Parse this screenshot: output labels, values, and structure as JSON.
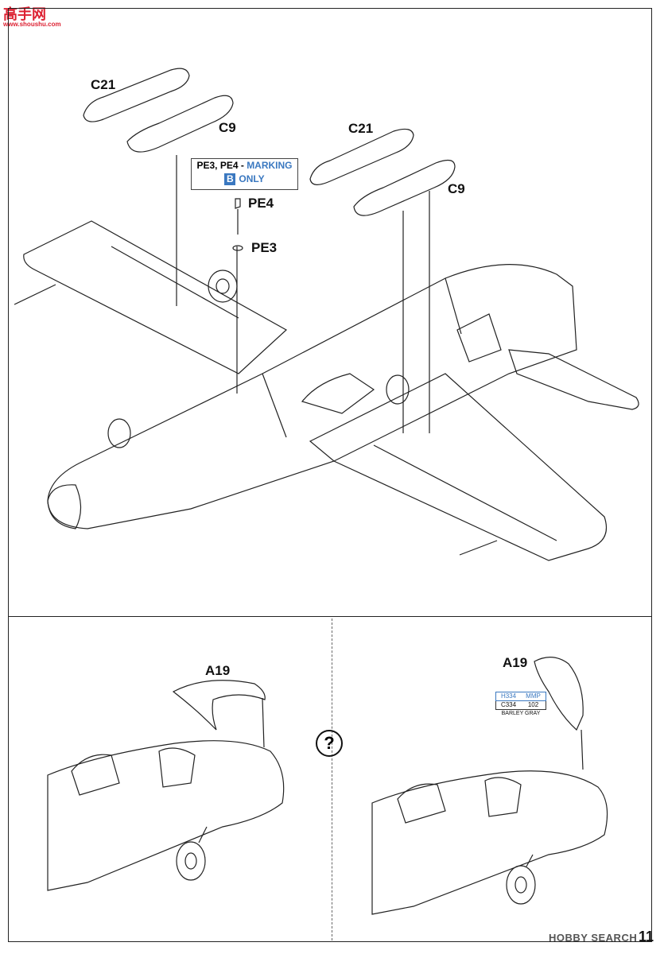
{
  "watermark": {
    "logo": "高手网",
    "site": "www.shoushu.com",
    "bottom_right": "HOBBY SEARCH"
  },
  "page_number": "11",
  "top_section": {
    "labels": {
      "c21_left": "C21",
      "c9_left": "C9",
      "c21_right": "C21",
      "c9_right": "C9",
      "pe4": "PE4",
      "pe3": "PE3"
    },
    "marking_note": {
      "line1_prefix": "PE3, PE4 -",
      "line1_highlight": "MARKING",
      "badge": "B",
      "line2": "ONLY"
    }
  },
  "bottom_left": {
    "label": "A19"
  },
  "center_icon": {
    "symbol": "?"
  },
  "bottom_right": {
    "label": "A19",
    "paint": {
      "h_code": "H334",
      "mmp_code": "MMP",
      "c_code": "C334",
      "c_num": "102",
      "name": "BARLEY GRAY"
    }
  },
  "colors": {
    "accent_blue": "#3a78c0",
    "line": "#222222"
  }
}
